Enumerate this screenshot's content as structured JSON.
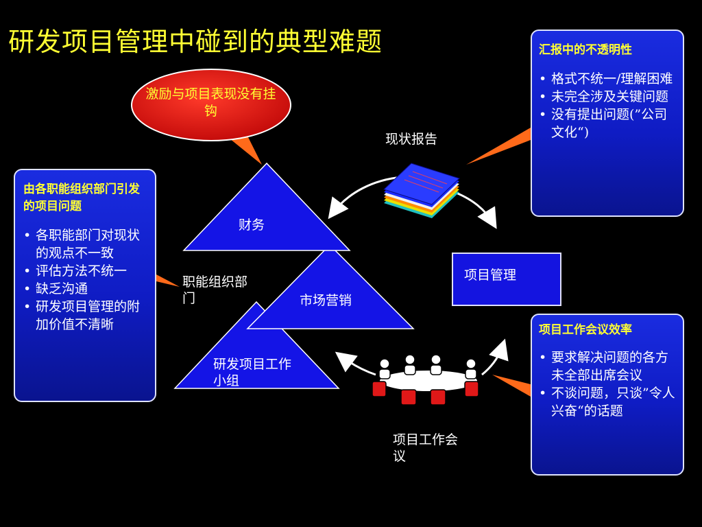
{
  "title": "研发项目管理中碰到的典型难题",
  "ellipse_note": "激励与项目表现没有挂钩",
  "triangles": {
    "finance": "财务",
    "marketing": "市场营销",
    "rd_team": "研发项目工作小组"
  },
  "functional_label": "职能组织部门",
  "status_report_label": "现状报告",
  "project_mgmt_label": "项目管理",
  "meeting_label": "项目工作会议",
  "left_panel": {
    "heading": "由各职能组织部门引发的项目问题",
    "items": [
      "各职能部门对现状的观点不一致",
      "评估方法不统一",
      "缺乏沟通",
      "研发项目管理的附加价值不清晰"
    ]
  },
  "top_right_panel": {
    "heading": "汇报中的不透明性",
    "items": [
      "格式不统一/理解困难",
      "未完全涉及关键问题",
      "没有提出问题(”公司文化“)"
    ]
  },
  "bottom_right_panel": {
    "heading": "项目工作会议效率",
    "items": [
      "要求解决问题的各方未全部出席会议",
      "不谈问题，只谈”令人兴奋“的话题"
    ]
  },
  "colors": {
    "title": "#ffff33",
    "panel_fill": "#1428d8",
    "triangle_fill": "#1414e6",
    "ellipse_fill": "#e01010",
    "callout": "#ff6a1a",
    "chair": "#e01818"
  },
  "icons": [
    "report-stack-icon",
    "meeting-table-icon",
    "curved-arrow-icon"
  ]
}
